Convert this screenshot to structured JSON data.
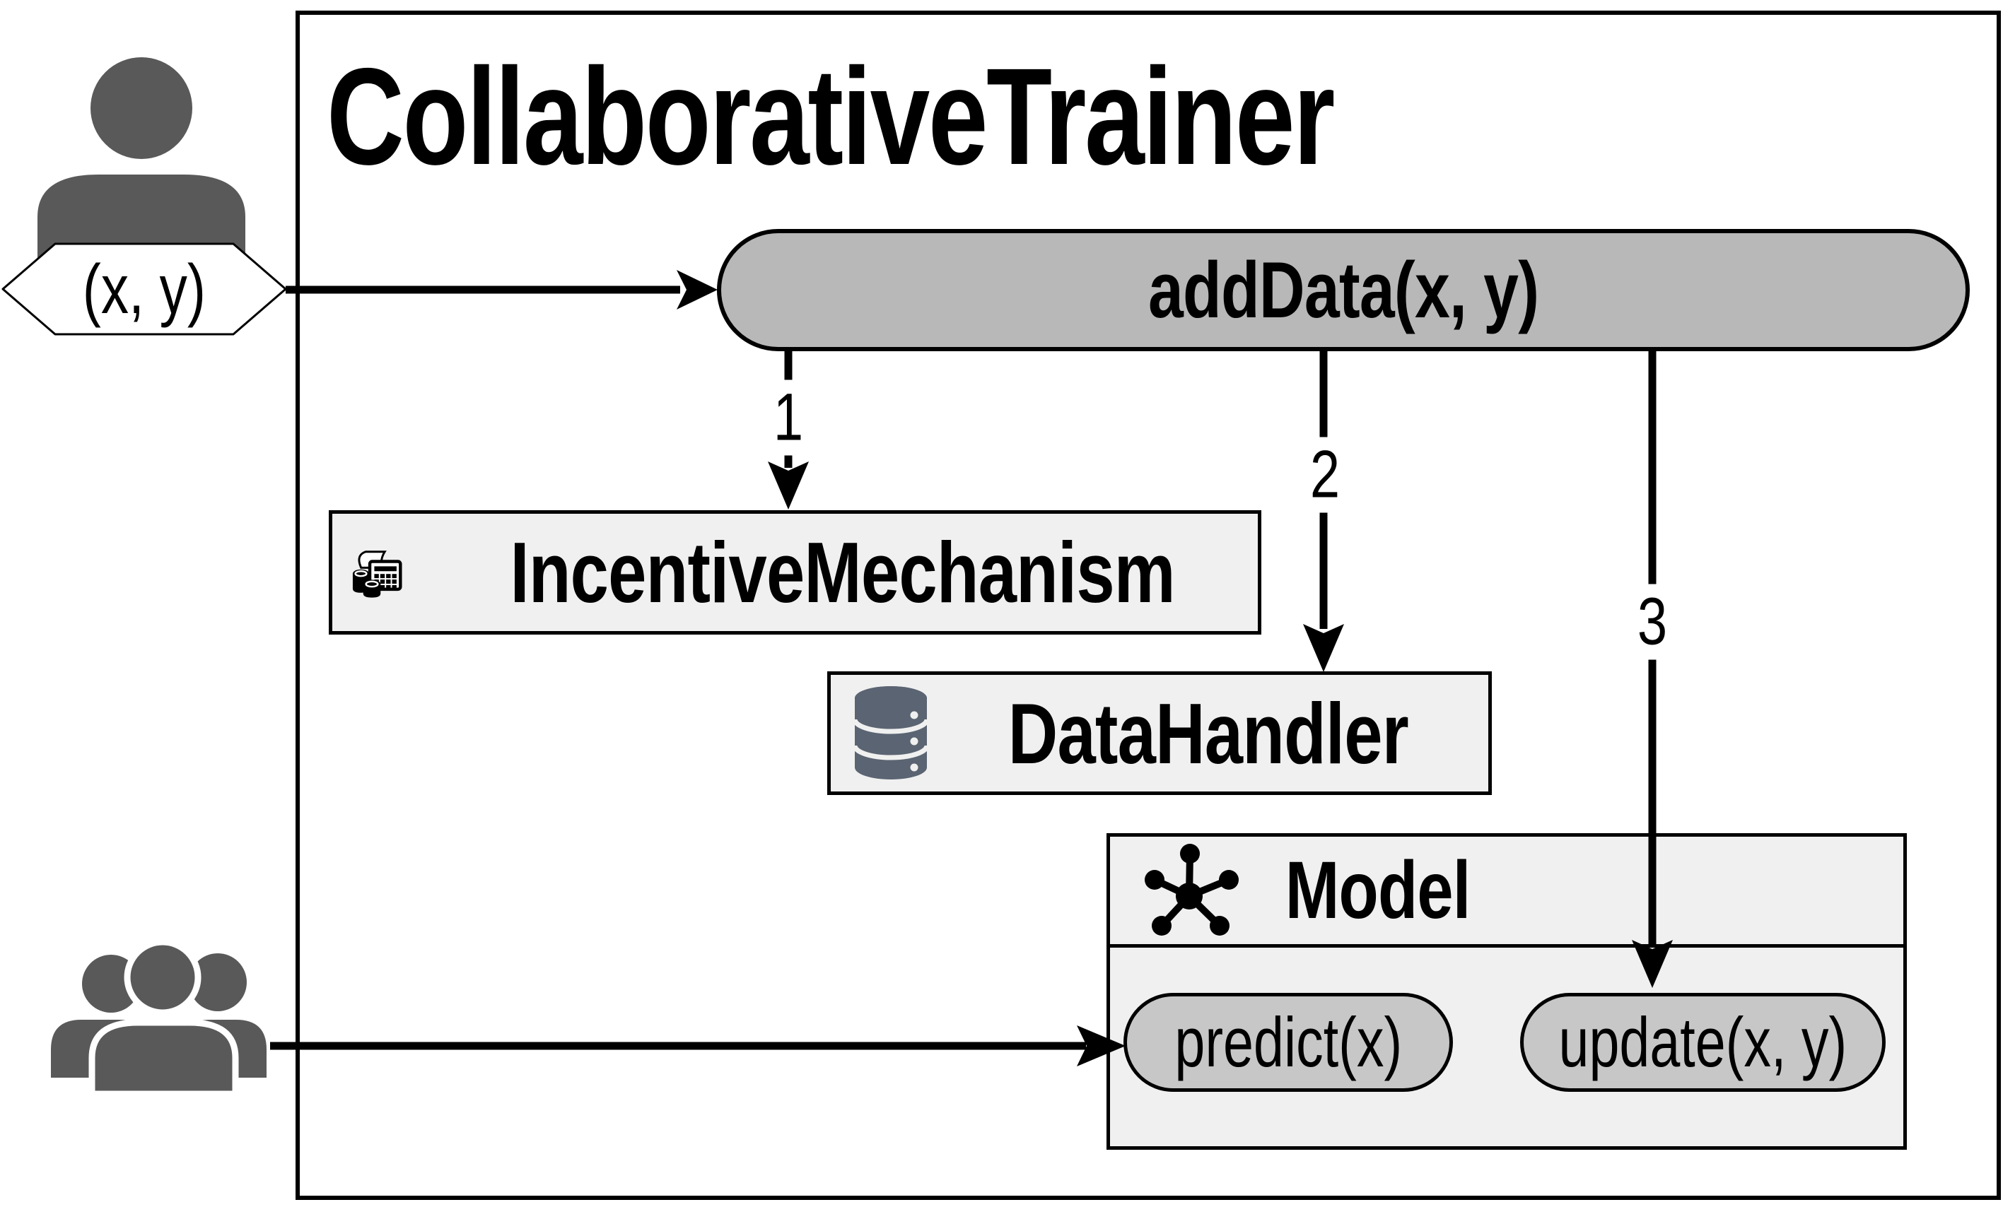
{
  "diagram": {
    "title": "CollaborativeTrainer",
    "actor_input_label": "(x, y)",
    "add_data_label": "addData(x, y)",
    "incentive_mechanism_label": "IncentiveMechanism",
    "data_handler_label": "DataHandler",
    "model_label": "Model",
    "predict_label": "predict(x)",
    "update_label": "update(x, y)",
    "steps": [
      "1",
      "2",
      "3"
    ],
    "colors": {
      "background": "#ffffff",
      "border": "#000000",
      "box_fill": "#f0f0f0",
      "method_pill_fill": "#b8b8b8",
      "inner_pill_fill": "#c7c7c7",
      "person_icon": "#595959",
      "database_icon": "#5b6472"
    }
  }
}
